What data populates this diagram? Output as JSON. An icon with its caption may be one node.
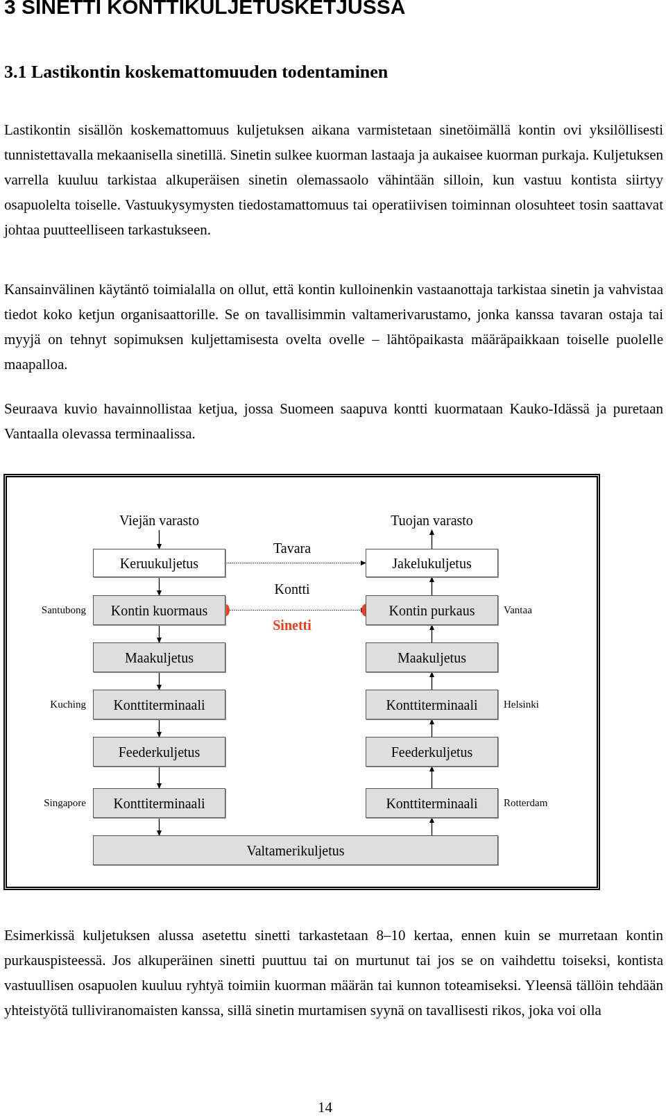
{
  "diagram": {
    "nodes": [
      {
        "text": [
          "Viejän varasto"
        ]
      },
      {
        "text": [
          "Keruukuljetus"
        ]
      },
      {
        "text": [
          "Kontin kuormaus"
        ],
        "beside": [
          "Santubong"
        ]
      },
      {
        "text": [
          "Maakuljetus"
        ]
      },
      {
        "text": [
          "Konttiterminaali"
        ],
        "beside": [
          "Kuching"
        ]
      },
      {
        "text": [
          "Feederkuljetus"
        ]
      },
      {
        "text": [
          "Konttiterminaali"
        ],
        "beside": [
          "Singapore"
        ]
      },
      {
        "text": [
          "Valtamerikuljetus"
        ]
      },
      {
        "text": [
          "Tuojan varasto"
        ]
      },
      {
        "text": [
          "Jakelukuljetus"
        ]
      },
      {
        "text": [
          "Kontin purkaus"
        ],
        "beside": [
          "Vantaa"
        ]
      },
      {
        "text": [
          "Maakuljetus"
        ]
      },
      {
        "text": [
          "Konttiterminaali"
        ],
        "beside": [
          "Helsinki"
        ]
      },
      {
        "text": [
          "Feederkuljetus"
        ]
      },
      {
        "text": [
          "Konttiterminaali"
        ],
        "beside": [
          "Rotterdam"
        ]
      }
    ],
    "edges": [
      {
        "from": 0,
        "to": 1,
        "arrow": "to"
      },
      {
        "from": 1,
        "to": 2,
        "arrow": "to"
      },
      {
        "from": 2,
        "to": 3,
        "arrow": "to"
      },
      {
        "from": 3,
        "to": 4,
        "arrow": "to"
      },
      {
        "from": 4,
        "to": 5,
        "arrow": "to"
      },
      {
        "from": 5,
        "to": 6,
        "arrow": "to"
      },
      {
        "from": 6,
        "to": 7,
        "arrow": "to"
      },
      {
        "from": 7,
        "to": 14,
        "arrow": "to"
      },
      {
        "from": 14,
        "to": 13,
        "arrow": "to"
      },
      {
        "from": 13,
        "to": 12,
        "arrow": "to"
      },
      {
        "from": 12,
        "to": 11,
        "arrow": "to"
      },
      {
        "from": 11,
        "to": 10,
        "arrow": "to"
      },
      {
        "from": 10,
        "to": 9,
        "arrow": "to"
      },
      {
        "from": 9,
        "to": 8,
        "arrow": "to"
      },
      {
        "from": 1,
        "to": 9,
        "arrow": "to",
        "label": "Tavara",
        "style": "dashed"
      },
      {
        "from": 2,
        "to": 10,
        "arrow": "to",
        "label": "Kontti",
        "style": "dashed"
      }
    ],
    "labels": [
      "3 SINETTI KONTTIKULJETUSKETJUSSA",
      "3.1 Lastikontin koskemattomuuden todentaminen",
      "Lastikontin sisällön koskemattomuus kuljetuksen aikana varmistetaan sinetöimällä kontin ovi yksilöllisesti tunnistettavalla mekaanisella sinetillä. Sinetin sulkee kuorman lastaaja ja aukaisee kuorman purkaja. Kuljetuksen varrella kuuluu tarkistaa alkuperäisen sinetin olemassaolo vähintään silloin, kun vastuu kontista siirtyy osapuolelta toiselle. Vastuukysymysten tiedostamattomuus tai operatiivisen toiminnan olosuhteet tosin saattavat johtaa puutteelliseen tarkastukseen.",
      "Kansainvälinen käytäntö toimialalla on ollut, että kontin kulloinenkin vastaanottaja tarkistaa sinetin ja vahvistaa tiedot koko ketjun organisaattorille. Se on tavallisimmin valtamerivarustamo, jonka kanssa tavaran ostaja tai myyjä on tehnyt sopimuksen kuljettamisesta ovelta ovelle – lähtöpaikasta määräpaikkaan toiselle puolelle maapalloa.",
      "Seuraava kuvio havainnollistaa ketjua, jossa Suomeen saapuva kontti kuormataan Kauko-Idässä ja puretaan Vantaalla olevassa terminaalissa.",
      "Sinetti",
      "Esimerkissä kuljetuksen alussa asetettu sinetti tarkastetaan 8–10 kertaa, ennen kuin se murretaan kontin purkauspisteessä. Jos alkuperäinen sinetti puuttuu tai on murtunut tai jos se on vaihdettu toiseksi, kontista vastuullisen osapuolen kuuluu ryhtyä toimiin kuorman määrän tai kunnon toteamiseksi. Yleensä tällöin tehdään yhteistyötä tulliviranomaisten kanssa, sillä sinetin murtamisen syynä on tavallisesti rikos, joka voi olla",
      "14"
    ]
  }
}
